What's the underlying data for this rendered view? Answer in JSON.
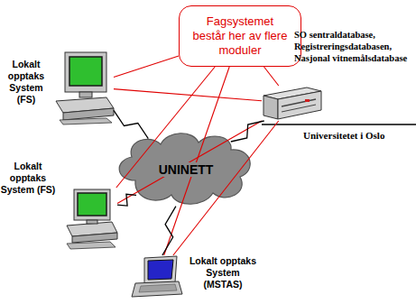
{
  "diagram": {
    "nodes": [
      {
        "text": [
          "Fagsystemet består her av flere moduler"
        ]
      },
      {
        "text": [
          "Lokalt opptaks System (FS)"
        ]
      },
      {
        "text": [
          "Lokalt opptaks System (FS)"
        ]
      },
      {
        "text": [
          "Lokalt opptaks System (MSTAS)"
        ]
      },
      {
        "text": [
          "UNINETT"
        ]
      },
      {
        "text": [
          "SO sentraldatabase, Registreringsdatabasen, Nasjonal vitnemålsdatabase"
        ]
      }
    ],
    "edges": [
      {
        "from": 0,
        "to": 1,
        "arrow": "none"
      },
      {
        "from": 0,
        "to": 2,
        "arrow": "none"
      },
      {
        "from": 0,
        "to": 3,
        "arrow": "none"
      },
      {
        "from": 0,
        "to": 5,
        "arrow": "none"
      },
      {
        "from": 1,
        "to": 5,
        "arrow": "none"
      },
      {
        "from": 2,
        "to": 5,
        "arrow": "none"
      },
      {
        "from": 3,
        "to": 5,
        "arrow": "none"
      },
      {
        "from": 1,
        "to": 4,
        "arrow": "none"
      },
      {
        "from": 2,
        "to": 4,
        "arrow": "none"
      },
      {
        "from": 3,
        "to": 4,
        "arrow": "none"
      },
      {
        "from": 5,
        "to": 4,
        "arrow": "none"
      }
    ],
    "labels": [
      "Universitetet i Oslo"
    ]
  }
}
